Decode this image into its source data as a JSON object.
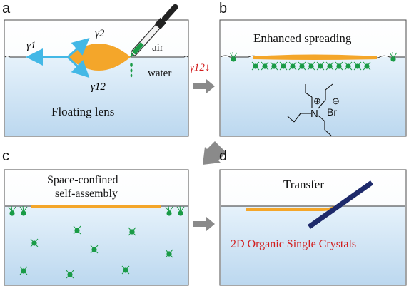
{
  "panels": {
    "a": {
      "letter": "a",
      "gamma1": "γ1",
      "gamma2": "γ2",
      "gamma12": "γ12",
      "air": "air",
      "water": "water",
      "caption": "Floating lens"
    },
    "b": {
      "letter": "b",
      "title": "Enhanced spreading",
      "plus": "⊕",
      "n": "N",
      "minus": "⊖",
      "br": "Br"
    },
    "c": {
      "letter": "c",
      "title_line1": "Space-confined",
      "title_line2": "self-assembly"
    },
    "d": {
      "letter": "d",
      "title": "Transfer",
      "caption": "2D Organic Single Crystals"
    }
  },
  "arrow_ab_label": "γ12↓",
  "colors": {
    "panel_border": "#4d4d4d",
    "water_top": "#e8f3fb",
    "water_bottom": "#c5def2",
    "organic": "#f4a62a",
    "gamma_arrow": "#43b8e6",
    "surfactant": "#1a9b46",
    "substrate": "#1e2a6b",
    "flow_arrow": "#8a8a8a",
    "red_text": "#d21d1d"
  }
}
